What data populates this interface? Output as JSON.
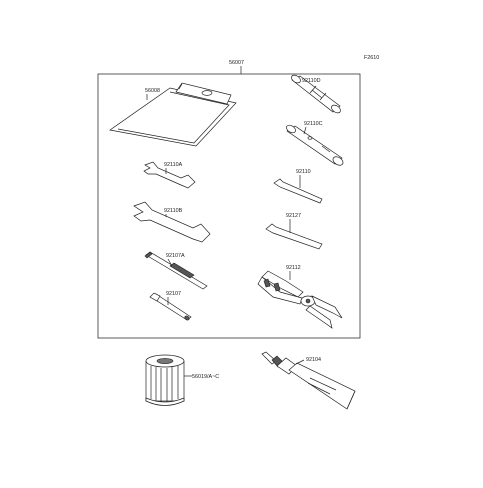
{
  "figure_code": "F2610",
  "kit_part_number": "56007",
  "parts": {
    "tool_bag": "56008",
    "box_wrench_d": "92110D",
    "box_wrench_c": "92110C",
    "hex_wrench_small": "92110",
    "hex_wrench_large": "92127",
    "open_wrench_a": "92110A",
    "open_wrench_b": "92110B",
    "screwdriver_a": "92107A",
    "screwdriver": "92107",
    "pliers": "92112",
    "oil_filter": "56019/A~C",
    "grease_tube": "92104"
  }
}
